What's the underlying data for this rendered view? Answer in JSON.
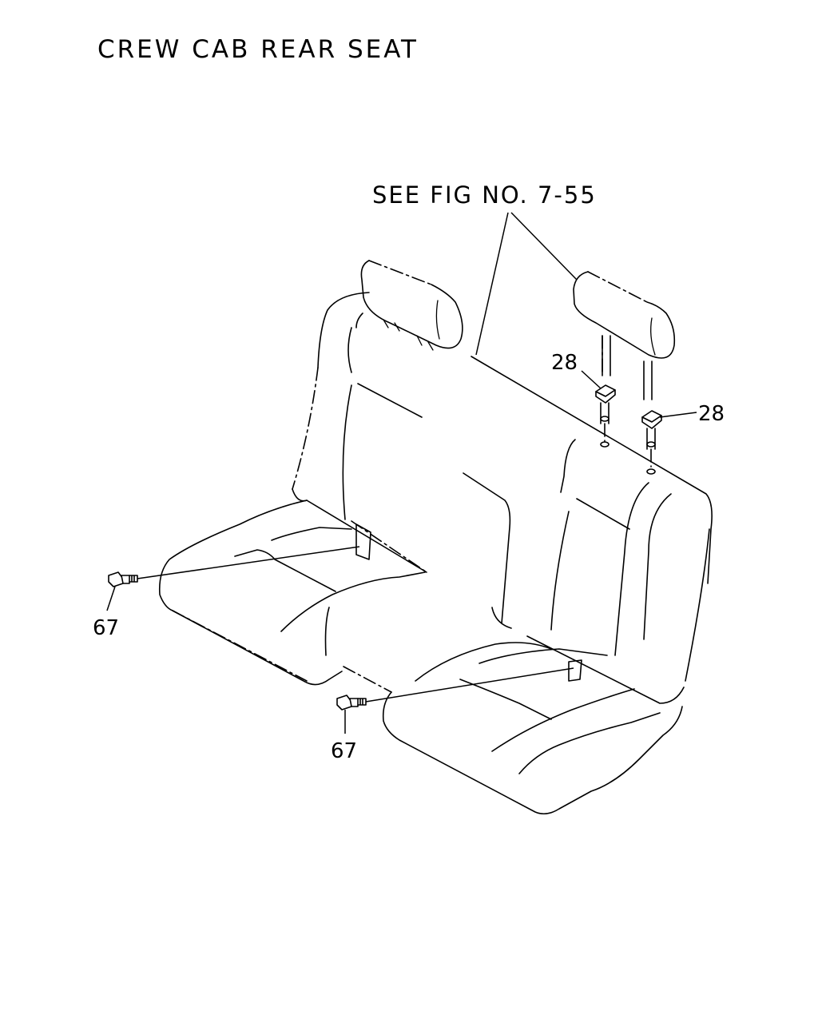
{
  "title": "CREW CAB REAR SEAT",
  "reference_note": "SEE FIG NO. 7-55",
  "callouts": {
    "headrest_guide_left": "28",
    "headrest_guide_right": "28",
    "bolt_upper": "67",
    "bolt_lower": "67"
  }
}
